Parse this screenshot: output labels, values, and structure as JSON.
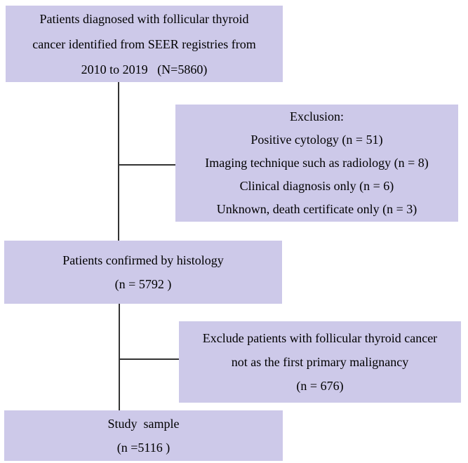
{
  "diagram": {
    "type": "patient-flowchart",
    "colors": {
      "box_fill": "#cdc9e9",
      "connector": "#333333",
      "text": "#000000",
      "background": "#ffffff"
    },
    "nodes": {
      "source": {
        "text": "Patients diagnosed with follicular thyroid\ncancer identified from SEER registries from\n2010 to 2019   (N=5860)",
        "n": 5860
      },
      "exclusion1": {
        "text": "Exclusion:\nPositive cytology (n = 51)\nImaging technique such as radiology (n = 8)\nClinical diagnosis only (n = 6)\nUnknown, death certificate only (n = 3)",
        "excluded_counts": [
          51,
          8,
          6,
          3
        ]
      },
      "histology": {
        "text": "Patients confirmed by histology\n(n = 5792 )",
        "n": 5792
      },
      "exclusion2": {
        "text": "Exclude patients with follicular thyroid cancer\nnot as the first primary malignancy\n(n = 676)",
        "n": 676
      },
      "sample": {
        "text": "Study  sample\n(n =5116 )",
        "n": 5116
      }
    }
  }
}
